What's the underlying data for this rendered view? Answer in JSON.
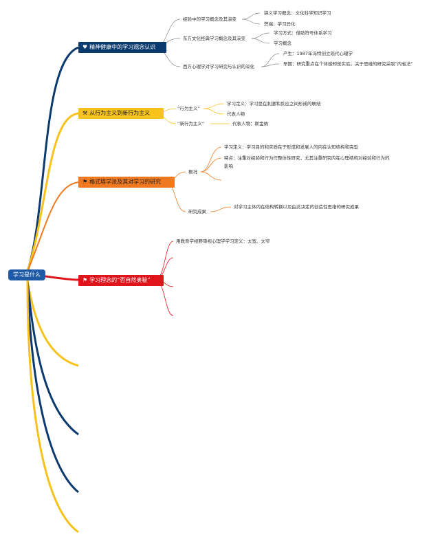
{
  "root": "学习是什么",
  "branches": [
    {
      "label": "精神健康中的学习观念认识",
      "icon": "heart-icon",
      "color": "#0b3a6e",
      "children": [
        {
          "label": "经验中的学习概念及其演变",
          "children": [
            {
              "label": "狭义学习概念：文化科学知识学习"
            },
            {
              "label": "弊端：学习异化"
            }
          ]
        },
        {
          "label": "东方文化经典学习概念及其演变",
          "children": [
            {
              "label": "学习方式：借助符号体系学习"
            },
            {
              "label": "学习概念"
            }
          ]
        },
        {
          "label": "西方心理学对学习研究与认识的深化",
          "children": [
            {
              "label": "产生：1987年冯特创立现代心理学"
            },
            {
              "label": "早期：研究重点在个体感知觉实验。关于思维的研究采取“内省法”"
            }
          ]
        }
      ]
    },
    {
      "label": "从行为主义到新行为主义",
      "icon": "hammer-icon",
      "color": "#f6c21b",
      "children": [
        {
          "label": "“行为主义”",
          "children": [
            {
              "label": "学习定义：学习是在刺激和反应之间形成的联结"
            },
            {
              "label": "代表人物"
            }
          ]
        },
        {
          "label": "“新行为主义”",
          "children": [
            {
              "label": "代表人物：斯金纳"
            }
          ]
        }
      ]
    },
    {
      "label": "格式塔学派及其对学习的研究",
      "icon": "flag-icon",
      "color": "#f0781e",
      "children": [
        {
          "label": "概况",
          "children": [
            {
              "label": "学习定义：学习目的和实质在于形成和发展人的内在认知结构和完型"
            },
            {
              "label": "特点：注重对经验和行为作整体性研究，尤其注重研究内在心理结构对经验和行为的影响"
            }
          ]
        },
        {
          "label": "研究成果",
          "children": [
            {
              "label": "对学习主体内在结构转换以及由此决定的创造性思维的研究成果"
            }
          ]
        }
      ]
    },
    {
      "label": "学习理念的“否自然奥秘”",
      "icon": "flag-icon",
      "color": "#e0151c",
      "children": [
        {
          "label": "用教育学视野审视心理学学习定义：太宽、太窄"
        }
      ]
    }
  ],
  "extra_branch_colors": [
    "#f6c21b",
    "#0b3a6e",
    "#0b3a6e",
    "#f6c21b"
  ]
}
